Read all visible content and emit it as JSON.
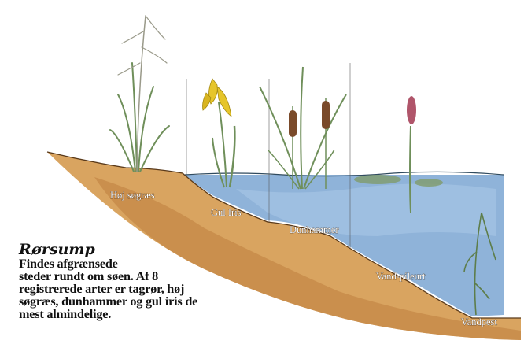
{
  "caption": {
    "title": "Rørsump",
    "body_lines": [
      "Findes afgrænsede",
      "steder rundt om søen. Af 8",
      "registrerede arter er tagrør, høj",
      "søgræs, dunhammer og gul iris de",
      "mest almindelige."
    ]
  },
  "labels": {
    "hoj_sograes": "Høj søgræs",
    "gul_iris": "Gul Iris",
    "dunhammer": "Dunhammer",
    "vand_pileurt": "Vand-pileurt",
    "vandpest": "Vandpest"
  },
  "colors": {
    "water": "#8fb3d9",
    "soil": "#d9a460",
    "soil_dark": "#b07a3a",
    "plant_green": "#6f8f5a",
    "iris_yellow": "#e6c52a",
    "cattail_brown": "#7a4a2a",
    "pileurt_pink": "#b0556a"
  }
}
